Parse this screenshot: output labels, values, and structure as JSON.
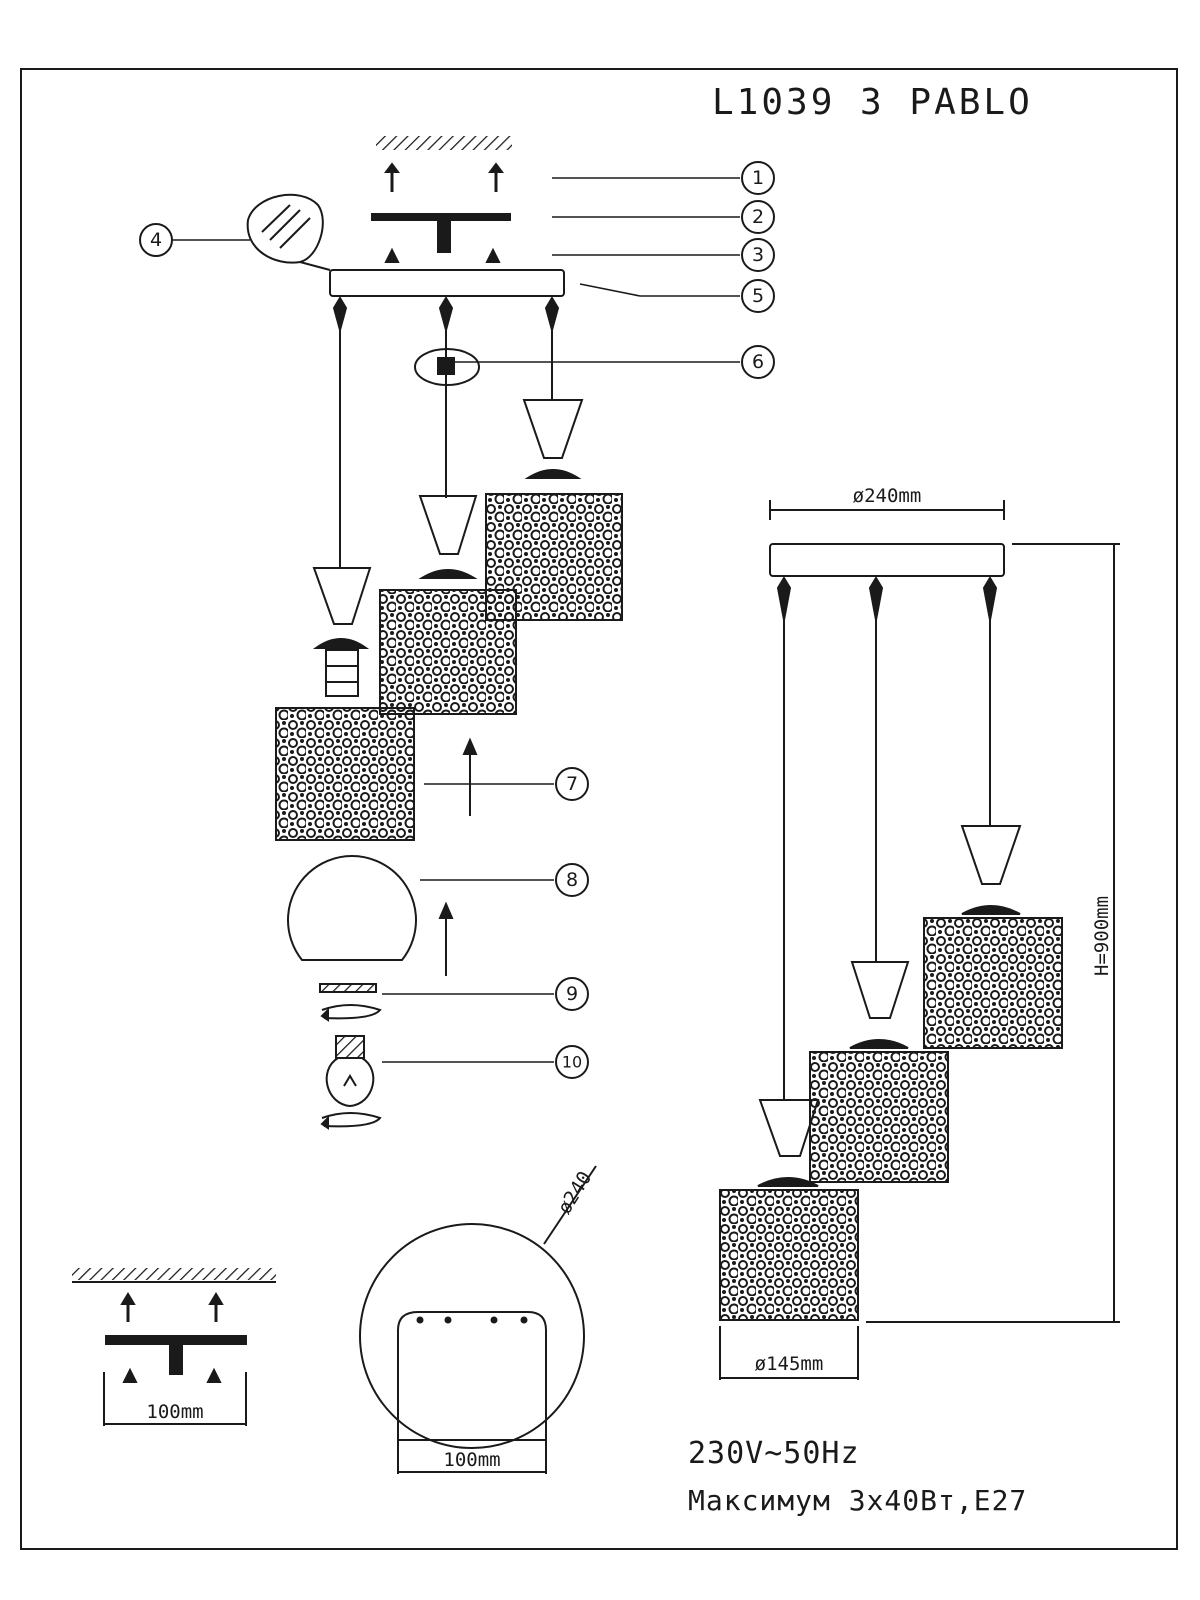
{
  "title": "L1039 3 PABLO",
  "electrical": {
    "voltage": "230V~50Hz",
    "max_power": "Максимум 3х40Вт,Е27"
  },
  "callouts": [
    "1",
    "2",
    "3",
    "4",
    "5",
    "6",
    "7",
    "8",
    "9",
    "10"
  ],
  "dimensions": {
    "canopy_width": "ø240mm",
    "height": "H=900mm",
    "shade_diameter": "ø145mm",
    "mount_bar_left": "100mm",
    "mount_bar_circle": "100mm",
    "circle_diameter": "ø240"
  },
  "colors": {
    "ink": "#1a1a1a",
    "background": "#ffffff"
  }
}
